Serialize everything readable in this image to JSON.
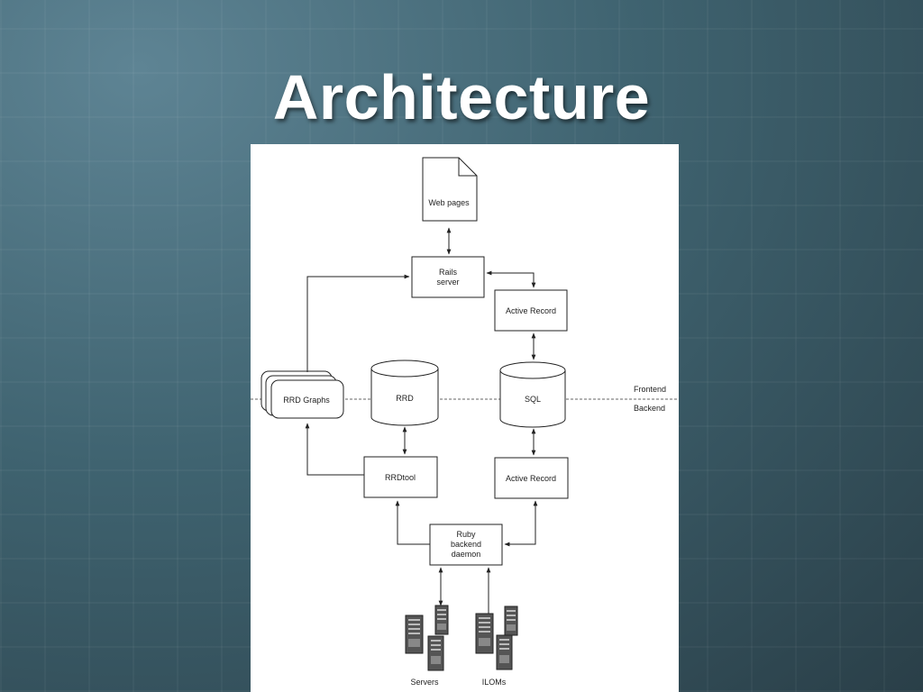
{
  "slide": {
    "title": "Architecture"
  },
  "diagram": {
    "web_pages": "Web pages",
    "rails_server": [
      "Rails",
      "server"
    ],
    "active_record_top": "Active Record",
    "rrd_graphs": "RRD Graphs",
    "rrd": "RRD",
    "sql": "SQL",
    "frontend": "Frontend",
    "backend": "Backend",
    "rrdtool": "RRDtool",
    "active_record_bottom": "Active Record",
    "ruby_daemon": [
      "Ruby",
      "backend",
      "daemon"
    ],
    "servers": "Servers",
    "iloms": "ILOMs"
  }
}
